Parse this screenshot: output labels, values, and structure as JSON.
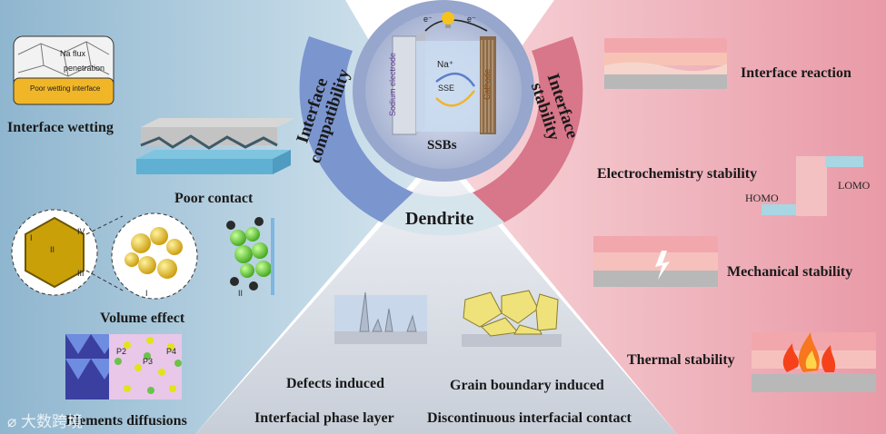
{
  "center": {
    "title": "SSBs",
    "electrode_label": "Sodium electrode",
    "cathode_label": "Cathode",
    "electrolyte_label": "SSE",
    "ion_label": "Na⁺",
    "electron_left": "e⁻",
    "electron_right": "e⁻"
  },
  "arcs": {
    "compatibility_line1": "Interface",
    "compatibility_line2": "compatibility",
    "stability_line1": "Interface",
    "stability_line2": "stability",
    "dendrite": "Dendrite"
  },
  "left_panel": {
    "wetting_sketch_text": {
      "na_flux": "Na flux",
      "penetration": "penetration",
      "poor_wetting": "Poor wetting interface"
    },
    "interface_wetting": "Interface wetting",
    "poor_contact": "Poor contact",
    "volume_effect": "Volume effect",
    "roman": [
      "I",
      "II",
      "III",
      "IV",
      "I",
      "II"
    ],
    "diffusion_labels": [
      "P2",
      "P3",
      "P4"
    ],
    "elements_diffusions": "Elements diffusions"
  },
  "right_panel": {
    "interface_reaction": "Interface reaction",
    "electrochemistry_stability": "Electrochemistry stability",
    "homo": "HOMO",
    "lomo": "LOMO",
    "mechanical_stability": "Mechanical stability",
    "thermal_stability": "Thermal stability"
  },
  "bottom_panel": {
    "defects_induced": "Defects induced",
    "grain_boundary_induced": "Grain boundary induced",
    "interfacial_phase_layer": "Interfacial phase layer",
    "discontinuous_contact": "Discontinuous interfacial contact"
  },
  "watermark": "大数跨境",
  "colors": {
    "left_bg": "#a9c9dc",
    "right_bg": "#efb7bf",
    "bottom_bg": "#dfe3ea",
    "center_ring": "#9aa8c8",
    "arc_blue": "#7e96cc",
    "arc_pink": "#d9788a",
    "arc_dendrite": "#cfe0ea"
  }
}
